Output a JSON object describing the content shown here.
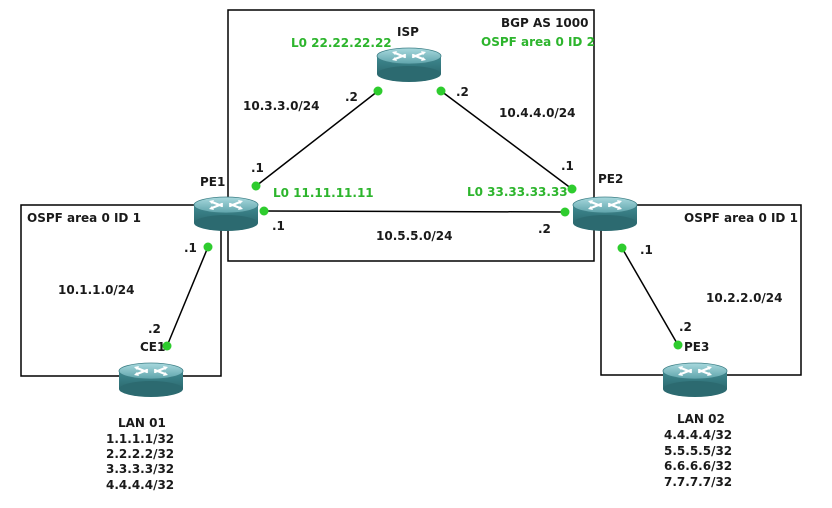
{
  "regions": {
    "bgp": {
      "title": "BGP AS 1000",
      "ospf": "OSPF area 0 ID 2"
    },
    "left": {
      "title": "OSPF area 0  ID 1"
    },
    "right": {
      "title": "OSPF area 0  ID 1"
    }
  },
  "routers": {
    "isp": {
      "name": "ISP",
      "loopback": "L0 22.22.22.22"
    },
    "pe1": {
      "name": "PE1",
      "loopback": "L0 11.11.11.11"
    },
    "pe2": {
      "name": "PE2",
      "loopback": "L0 33.33.33.33"
    },
    "ce1": {
      "name": "CE1"
    },
    "pe3": {
      "name": "PE3"
    }
  },
  "links": {
    "pe1_isp": {
      "subnet": "10.3.3.0/24",
      "pe1_end": ".1",
      "isp_end": ".2"
    },
    "isp_pe2": {
      "subnet": "10.4.4.0/24",
      "isp_end": ".2",
      "pe2_end": ".1"
    },
    "pe1_pe2": {
      "subnet": "10.5.5.0/24",
      "pe1_end": ".1",
      "pe2_end": ".2"
    },
    "pe1_ce1": {
      "subnet": "10.1.1.0/24",
      "pe1_end": ".1",
      "ce1_end": ".2"
    },
    "pe2_pe3": {
      "subnet": "10.2.2.0/24",
      "pe2_end": ".1",
      "pe3_end": ".2"
    }
  },
  "lans": {
    "lan01": {
      "title": "LAN 01",
      "routes": [
        "1.1.1.1/32",
        "2.2.2.2/32",
        "3.3.3.3/32",
        "4.4.4.4/32"
      ]
    },
    "lan02": {
      "title": "LAN 02",
      "routes": [
        "4.4.4.4/32",
        "5.5.5.5/32",
        "6.6.6.6/32",
        "7.7.7.7/32"
      ]
    }
  },
  "colors": {
    "router_body": "#4a8f96",
    "router_top": "#7fbcc2",
    "port_dot": "#2ecc2e",
    "loopback_text": "#2db52d",
    "line": "#000000"
  },
  "icons": {
    "router": "router-icon"
  }
}
